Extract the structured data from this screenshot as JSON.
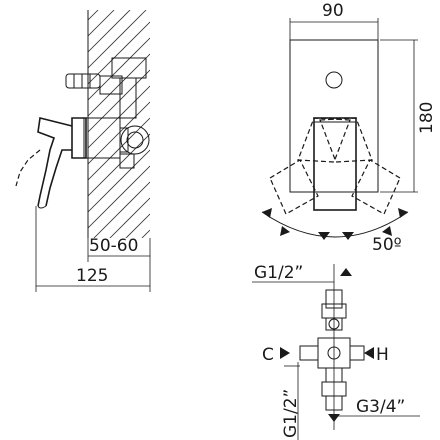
{
  "side_view": {
    "wall_depth": "50-60",
    "projection": "125"
  },
  "front_view": {
    "width": "90",
    "height": "180",
    "rotation_angle": "50º"
  },
  "connections": {
    "top_thread": "G1/2”",
    "bottom_left_thread": "G1/2”",
    "bottom_right_thread": "G3/4”",
    "cold_label": "C",
    "hot_label": "H"
  }
}
